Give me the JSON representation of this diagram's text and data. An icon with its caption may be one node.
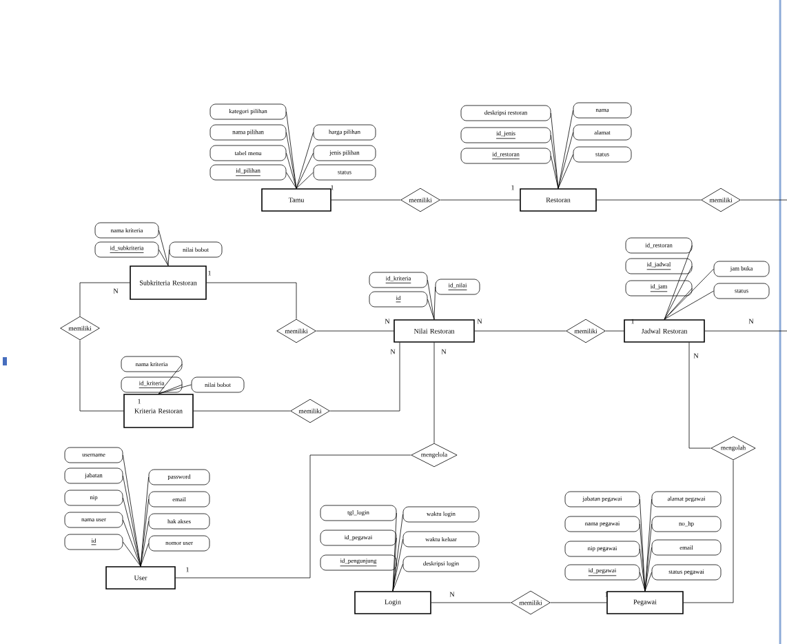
{
  "diagram": {
    "nodes": [
      {
        "text": [
          "Tamu"
        ]
      },
      {
        "text": [
          "Restoran"
        ]
      },
      {
        "text": [
          "Subkriteria Restoran"
        ]
      },
      {
        "text": [
          "Kriteria Restoran"
        ]
      },
      {
        "text": [
          "Nilai Restoran"
        ]
      },
      {
        "text": [
          "Jadwal Restoran"
        ]
      },
      {
        "text": [
          "User"
        ]
      },
      {
        "text": [
          "Login"
        ]
      },
      {
        "text": [
          "Pegawai"
        ]
      },
      {
        "text": [
          "memiliki"
        ]
      },
      {
        "text": [
          "memiliki"
        ]
      },
      {
        "text": [
          "memiliki"
        ]
      },
      {
        "text": [
          "memiliki"
        ]
      },
      {
        "text": [
          "memiliki"
        ]
      },
      {
        "text": [
          "memiliki"
        ]
      },
      {
        "text": [
          "mengolah"
        ]
      },
      {
        "text": [
          "mengelola"
        ]
      },
      {
        "text": [
          "memiliki"
        ]
      },
      {
        "text": [
          "kategori pilihan"
        ]
      },
      {
        "text": [
          "nama pilihan"
        ]
      },
      {
        "text": [
          "tabel menu"
        ]
      },
      {
        "text": [
          "id_pilihan"
        ]
      },
      {
        "text": [
          "harga pilihan"
        ]
      },
      {
        "text": [
          "jenis pilihan"
        ]
      },
      {
        "text": [
          "status"
        ]
      },
      {
        "text": [
          "deskripsi restoran"
        ]
      },
      {
        "text": [
          "id_jenis"
        ]
      },
      {
        "text": [
          "id_restoran"
        ]
      },
      {
        "text": [
          "nama"
        ]
      },
      {
        "text": [
          "alamat"
        ]
      },
      {
        "text": [
          "status"
        ]
      },
      {
        "text": [
          "nama kriteria"
        ]
      },
      {
        "text": [
          "id_subkriteria"
        ]
      },
      {
        "text": [
          "nilai bobot"
        ]
      },
      {
        "text": [
          "nama kriteria"
        ]
      },
      {
        "text": [
          "id_kriteria"
        ]
      },
      {
        "text": [
          "nilai bobot"
        ]
      },
      {
        "text": [
          "id_kriteria"
        ]
      },
      {
        "text": [
          "id"
        ]
      },
      {
        "text": [
          "id_nilai"
        ]
      },
      {
        "text": [
          "id_restoran"
        ]
      },
      {
        "text": [
          "id_jadwal"
        ]
      },
      {
        "text": [
          "id_jam"
        ]
      },
      {
        "text": [
          "jam buka"
        ]
      },
      {
        "text": [
          "status"
        ]
      },
      {
        "text": [
          "username"
        ]
      },
      {
        "text": [
          "jabatan"
        ]
      },
      {
        "text": [
          "nip"
        ]
      },
      {
        "text": [
          "nama user"
        ]
      },
      {
        "text": [
          "id"
        ]
      },
      {
        "text": [
          "password"
        ]
      },
      {
        "text": [
          "email"
        ]
      },
      {
        "text": [
          "hak akses"
        ]
      },
      {
        "text": [
          "nomor user"
        ]
      },
      {
        "text": [
          "tgl_login"
        ]
      },
      {
        "text": [
          "id_pegawai"
        ]
      },
      {
        "text": [
          "id_pengunjung"
        ]
      },
      {
        "text": [
          "waktu login"
        ]
      },
      {
        "text": [
          "waktu keluar"
        ]
      },
      {
        "text": [
          "deskripsi login"
        ]
      },
      {
        "text": [
          "jabatan pegawai"
        ]
      },
      {
        "text": [
          "nama pegawai"
        ]
      },
      {
        "text": [
          "nip pegawai"
        ]
      },
      {
        "text": [
          "id_pegawai"
        ]
      },
      {
        "text": [
          "alamat pegawai"
        ]
      },
      {
        "text": [
          "no_hp"
        ]
      },
      {
        "text": [
          "email"
        ]
      },
      {
        "text": [
          "status pegawai"
        ]
      }
    ],
    "edges": [
      {
        "from": 0,
        "to": 9,
        "arrow": "none"
      },
      {
        "from": 9,
        "to": 1,
        "arrow": "none"
      },
      {
        "from": 1,
        "to": 10,
        "arrow": "none"
      },
      {
        "from": 10,
        "to": null,
        "arrow": "none"
      },
      {
        "from": 2,
        "to": 11,
        "arrow": "none"
      },
      {
        "from": 11,
        "to": 3,
        "arrow": "none"
      },
      {
        "from": 2,
        "to": 12,
        "arrow": "none"
      },
      {
        "from": 12,
        "to": 4,
        "arrow": "none"
      },
      {
        "from": 3,
        "to": 13,
        "arrow": "none"
      },
      {
        "from": 13,
        "to": 4,
        "arrow": "none"
      },
      {
        "from": 4,
        "to": 14,
        "arrow": "none"
      },
      {
        "from": 14,
        "to": 5,
        "arrow": "none"
      },
      {
        "from": 5,
        "to": null,
        "arrow": "none"
      },
      {
        "from": 5,
        "to": 15,
        "arrow": "none"
      },
      {
        "from": 15,
        "to": 8,
        "arrow": "none"
      },
      {
        "from": 6,
        "to": 16,
        "arrow": "none"
      },
      {
        "from": 16,
        "to": 4,
        "arrow": "none"
      },
      {
        "from": 7,
        "to": 17,
        "arrow": "none"
      },
      {
        "from": 17,
        "to": 8,
        "arrow": "none"
      },
      {
        "from": 18,
        "to": 0,
        "arrow": "none"
      },
      {
        "from": 19,
        "to": 0,
        "arrow": "none"
      },
      {
        "from": 20,
        "to": 0,
        "arrow": "none"
      },
      {
        "from": 21,
        "to": 0,
        "arrow": "none"
      },
      {
        "from": 22,
        "to": 0,
        "arrow": "none"
      },
      {
        "from": 23,
        "to": 0,
        "arrow": "none"
      },
      {
        "from": 24,
        "to": 0,
        "arrow": "none"
      },
      {
        "from": 25,
        "to": 1,
        "arrow": "none"
      },
      {
        "from": 26,
        "to": 1,
        "arrow": "none"
      },
      {
        "from": 27,
        "to": 1,
        "arrow": "none"
      },
      {
        "from": 28,
        "to": 1,
        "arrow": "none"
      },
      {
        "from": 29,
        "to": 1,
        "arrow": "none"
      },
      {
        "from": 30,
        "to": 1,
        "arrow": "none"
      },
      {
        "from": 31,
        "to": 2,
        "arrow": "none"
      },
      {
        "from": 32,
        "to": 2,
        "arrow": "none"
      },
      {
        "from": 33,
        "to": 2,
        "arrow": "none"
      },
      {
        "from": 34,
        "to": 3,
        "arrow": "none"
      },
      {
        "from": 35,
        "to": 3,
        "arrow": "none"
      },
      {
        "from": 36,
        "to": 3,
        "arrow": "none"
      },
      {
        "from": 37,
        "to": 4,
        "arrow": "none"
      },
      {
        "from": 38,
        "to": 4,
        "arrow": "none"
      },
      {
        "from": 39,
        "to": 4,
        "arrow": "none"
      },
      {
        "from": 40,
        "to": 5,
        "arrow": "none"
      },
      {
        "from": 41,
        "to": 5,
        "arrow": "none"
      },
      {
        "from": 42,
        "to": 5,
        "arrow": "none"
      },
      {
        "from": 43,
        "to": 5,
        "arrow": "none"
      },
      {
        "from": 44,
        "to": 5,
        "arrow": "none"
      },
      {
        "from": 45,
        "to": 6,
        "arrow": "none"
      },
      {
        "from": 46,
        "to": 6,
        "arrow": "none"
      },
      {
        "from": 47,
        "to": 6,
        "arrow": "none"
      },
      {
        "from": 48,
        "to": 6,
        "arrow": "none"
      },
      {
        "from": 49,
        "to": 6,
        "arrow": "none"
      },
      {
        "from": 50,
        "to": 6,
        "arrow": "none"
      },
      {
        "from": 51,
        "to": 6,
        "arrow": "none"
      },
      {
        "from": 52,
        "to": 6,
        "arrow": "none"
      },
      {
        "from": 53,
        "to": 6,
        "arrow": "none"
      },
      {
        "from": 54,
        "to": 7,
        "arrow": "none"
      },
      {
        "from": 55,
        "to": 7,
        "arrow": "none"
      },
      {
        "from": 56,
        "to": 7,
        "arrow": "none"
      },
      {
        "from": 57,
        "to": 7,
        "arrow": "none"
      },
      {
        "from": 58,
        "to": 7,
        "arrow": "none"
      },
      {
        "from": 59,
        "to": 7,
        "arrow": "none"
      },
      {
        "from": 60,
        "to": 8,
        "arrow": "none"
      },
      {
        "from": 61,
        "to": 8,
        "arrow": "none"
      },
      {
        "from": 62,
        "to": 8,
        "arrow": "none"
      },
      {
        "from": 63,
        "to": 8,
        "arrow": "none"
      },
      {
        "from": 64,
        "to": 8,
        "arrow": "none"
      },
      {
        "from": 65,
        "to": 8,
        "arrow": "none"
      },
      {
        "from": 66,
        "to": 8,
        "arrow": "none"
      },
      {
        "from": 67,
        "to": 8,
        "arrow": "none"
      }
    ],
    "labels": [
      "1",
      "1",
      "1",
      "N",
      "N",
      "N",
      "1",
      "N",
      "N",
      "N",
      "1",
      "N",
      "1",
      "N",
      "1"
    ]
  }
}
